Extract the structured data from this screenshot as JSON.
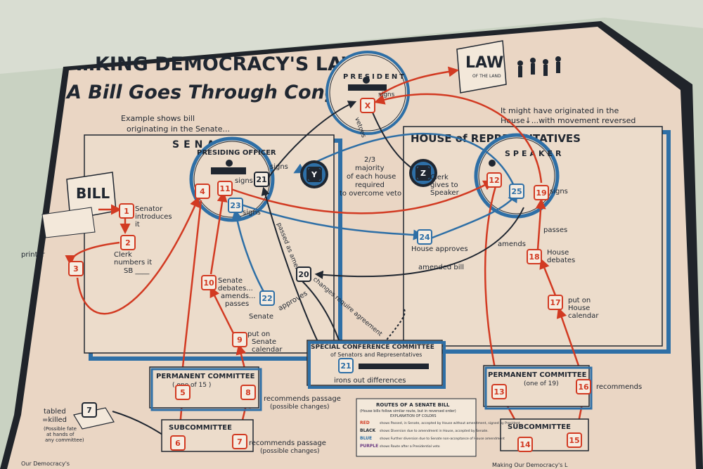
{
  "title": {
    "line1": "…KING DEMOCRACY'S LAWS",
    "line2": "A Bill Goes Through Congress"
  },
  "notes": {
    "example": [
      "Example shows bill",
      "originating in the Senate..."
    ],
    "house_origin": [
      "It might have originated in the",
      "House↓...with movement reversed"
    ]
  },
  "senate": {
    "label": "SENATE",
    "presiding_officer": "PRESIDING OFFICER",
    "senator_introduces": [
      "Senator",
      "introduces",
      "it"
    ],
    "clerk_numbers": [
      "Clerk",
      "numbers it",
      "SB ____"
    ],
    "printer": "printer",
    "signs": "signs",
    "signs2": "signs",
    "debates": [
      "Senate",
      "debates...",
      "amends...",
      "passes"
    ],
    "put_on_calendar": [
      "put on",
      "Senate",
      "calendar"
    ],
    "senate_approves": [
      "Senate",
      "approves"
    ]
  },
  "house": {
    "label": "HOUSE of REPRESENTATIVES",
    "speaker": "SPEAKER",
    "clerk_gives": [
      "Clerk",
      "gives to",
      "Speaker"
    ],
    "signs": "signs",
    "signs2": "signs",
    "house_approves": "House approves",
    "amended_bill": "amended bill",
    "amends": "amends",
    "passes": "passes",
    "house_debates": [
      "House",
      "debates"
    ],
    "put_on_calendar": [
      "put on",
      "House",
      "calendar"
    ]
  },
  "president": {
    "label": "PRESIDENT",
    "signs": "signs",
    "vetoes": "vetoes"
  },
  "law": {
    "word": "LAW",
    "sub": "OF THE LAND"
  },
  "bill_scroll": "BILL",
  "veto_note": [
    "2/3",
    "majority",
    "of each house",
    "required",
    "to overcome veto"
  ],
  "conference": {
    "title": "SPECIAL CONFERENCE COMMITTEE",
    "subtitle": "of Senators and Representatives",
    "irons_out": "irons out differences",
    "passed_as_amended": "passed as amended",
    "changes_require": "changes require agreement"
  },
  "committees": {
    "senate_permanent": "PERMANENT COMMITTEE",
    "senate_permanent_sub": "( one of 15 )",
    "senate_sub": "SUBCOMMITTEE",
    "house_permanent": "PERMANENT COMMITTEE",
    "house_permanent_sub": "(one of 19)",
    "house_sub": "SUBCOMMITTEE",
    "recommends_passage": "recommends passage",
    "possible_changes": "(possible changes)",
    "recommends_passage2": "recommends passage",
    "possible_changes2": "(possible changes)",
    "recommends": "recommends"
  },
  "tabled": {
    "line1": "tabled",
    "line2": "=killed",
    "fine": [
      "(Possible fate",
      "at hands of",
      "any committee)"
    ]
  },
  "legend": {
    "title": "ROUTES OF A SENATE BILL",
    "subtitle": "(House bills follow similar route, but in reversed order)",
    "explanation": "EXPLANATION OF COLORS",
    "rows": [
      {
        "color_word": "RED",
        "text": "shows Passed, in Senate, accepted by House without amendment, signed by President",
        "color": "#d23a22"
      },
      {
        "color_word": "BLACK",
        "text": "shows Diversion due to amendment in House, accepted by Senate.",
        "color": "#1f2630"
      },
      {
        "color_word": "BLUE",
        "text": "shows Further diversion due to Senate non-acceptance of House amendment",
        "color": "#2e6fa6"
      },
      {
        "color_word": "PURPLE",
        "text": "shows Route after a Presidential veto",
        "color": "#6b3c83"
      }
    ]
  },
  "steps": [
    "1",
    "2",
    "3",
    "4",
    "5",
    "6",
    "7",
    "7",
    "8",
    "9",
    "10",
    "11",
    "12",
    "13",
    "14",
    "15",
    "16",
    "17",
    "18",
    "19",
    "20",
    "21",
    "21",
    "22",
    "23",
    "24",
    "25",
    "X",
    "Y",
    "Z"
  ],
  "footer": {
    "left": "Our Democracy's",
    "right": "Making Our Democracy's L"
  },
  "colors": {
    "paper": "#ecdccb",
    "ink": "#1f2630",
    "red": "#d23a22",
    "blue": "#2e6fa6",
    "wall": "#c9d3c4"
  }
}
